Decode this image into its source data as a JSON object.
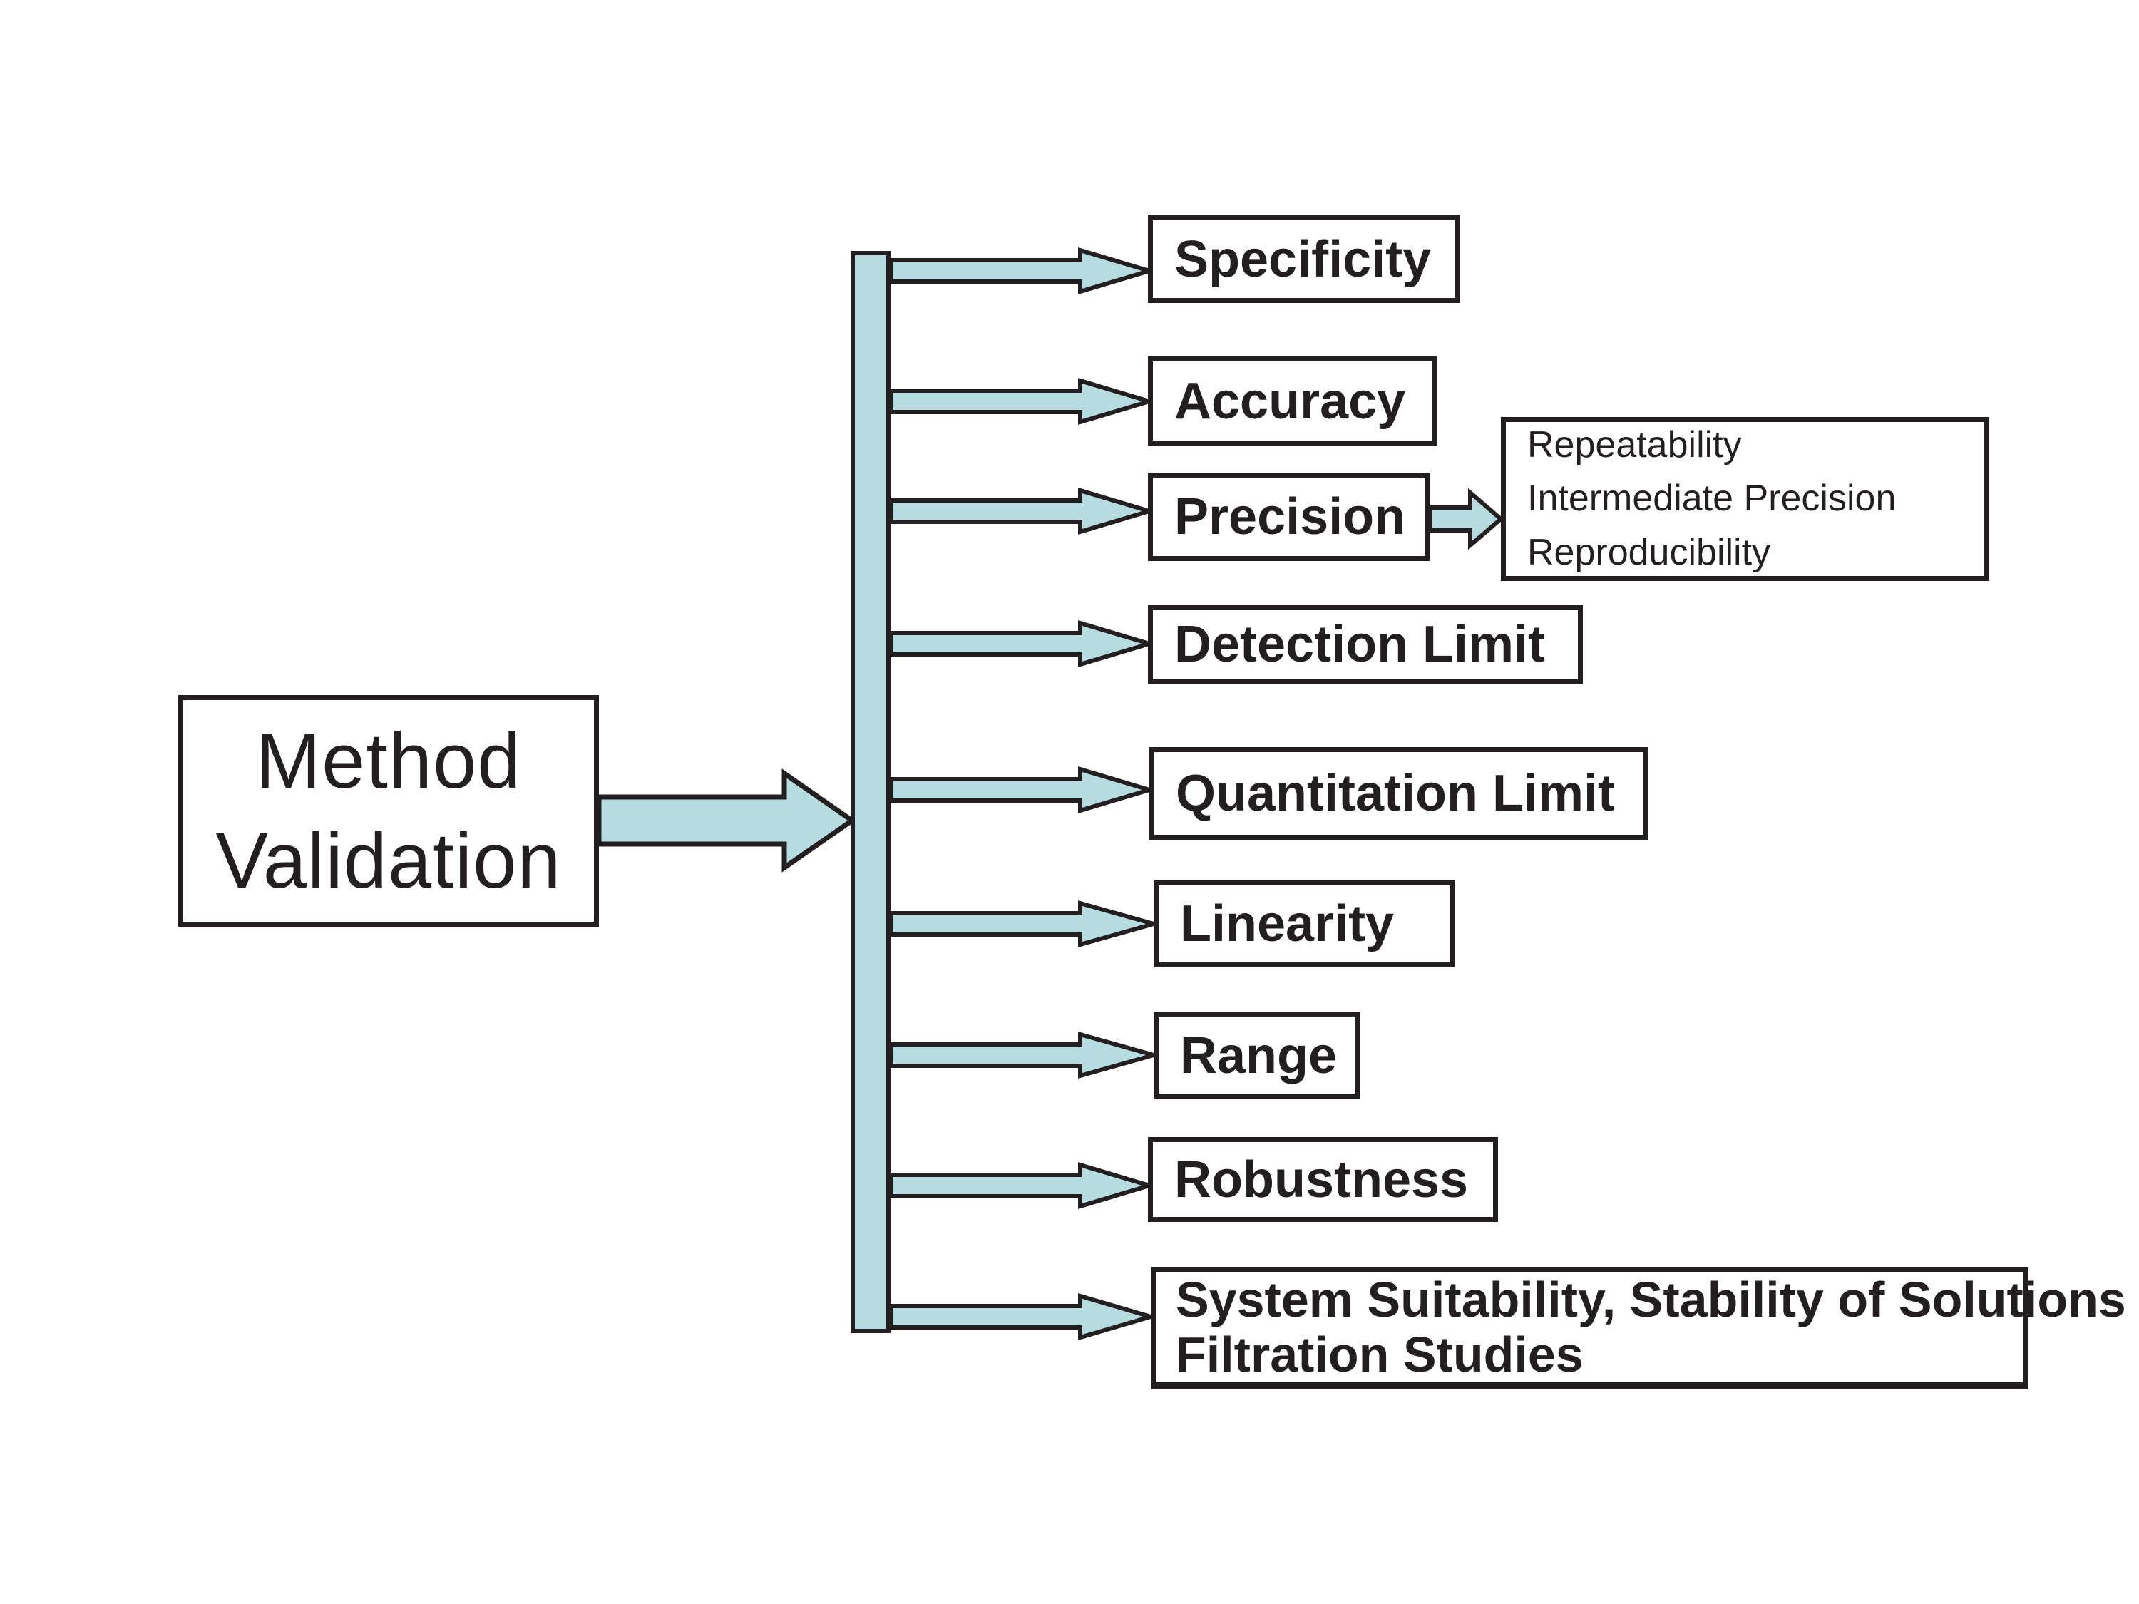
{
  "root": {
    "line1": "Method",
    "line2": "Validation"
  },
  "branches": [
    {
      "id": "specificity",
      "label": "Specificity"
    },
    {
      "id": "accuracy",
      "label": "Accuracy"
    },
    {
      "id": "precision",
      "label": "Precision"
    },
    {
      "id": "detection",
      "label": "Detection Limit"
    },
    {
      "id": "quantitation",
      "label": "Quantitation Limit"
    },
    {
      "id": "linearity",
      "label": "Linearity"
    },
    {
      "id": "range",
      "label": "Range"
    },
    {
      "id": "robustness",
      "label": "Robustness"
    },
    {
      "id": "system",
      "line1": "System Suitability, Stability of Solutions",
      "line2": "Filtration Studies"
    }
  ],
  "precision_details": {
    "line1": "Repeatability",
    "line2": "Intermediate Precision",
    "line3": "Reproducibility"
  },
  "colors": {
    "arrow_fill": "#b7dce0",
    "outline": "#231f20",
    "box_fill": "#ffffff",
    "background": "#ffffff"
  }
}
